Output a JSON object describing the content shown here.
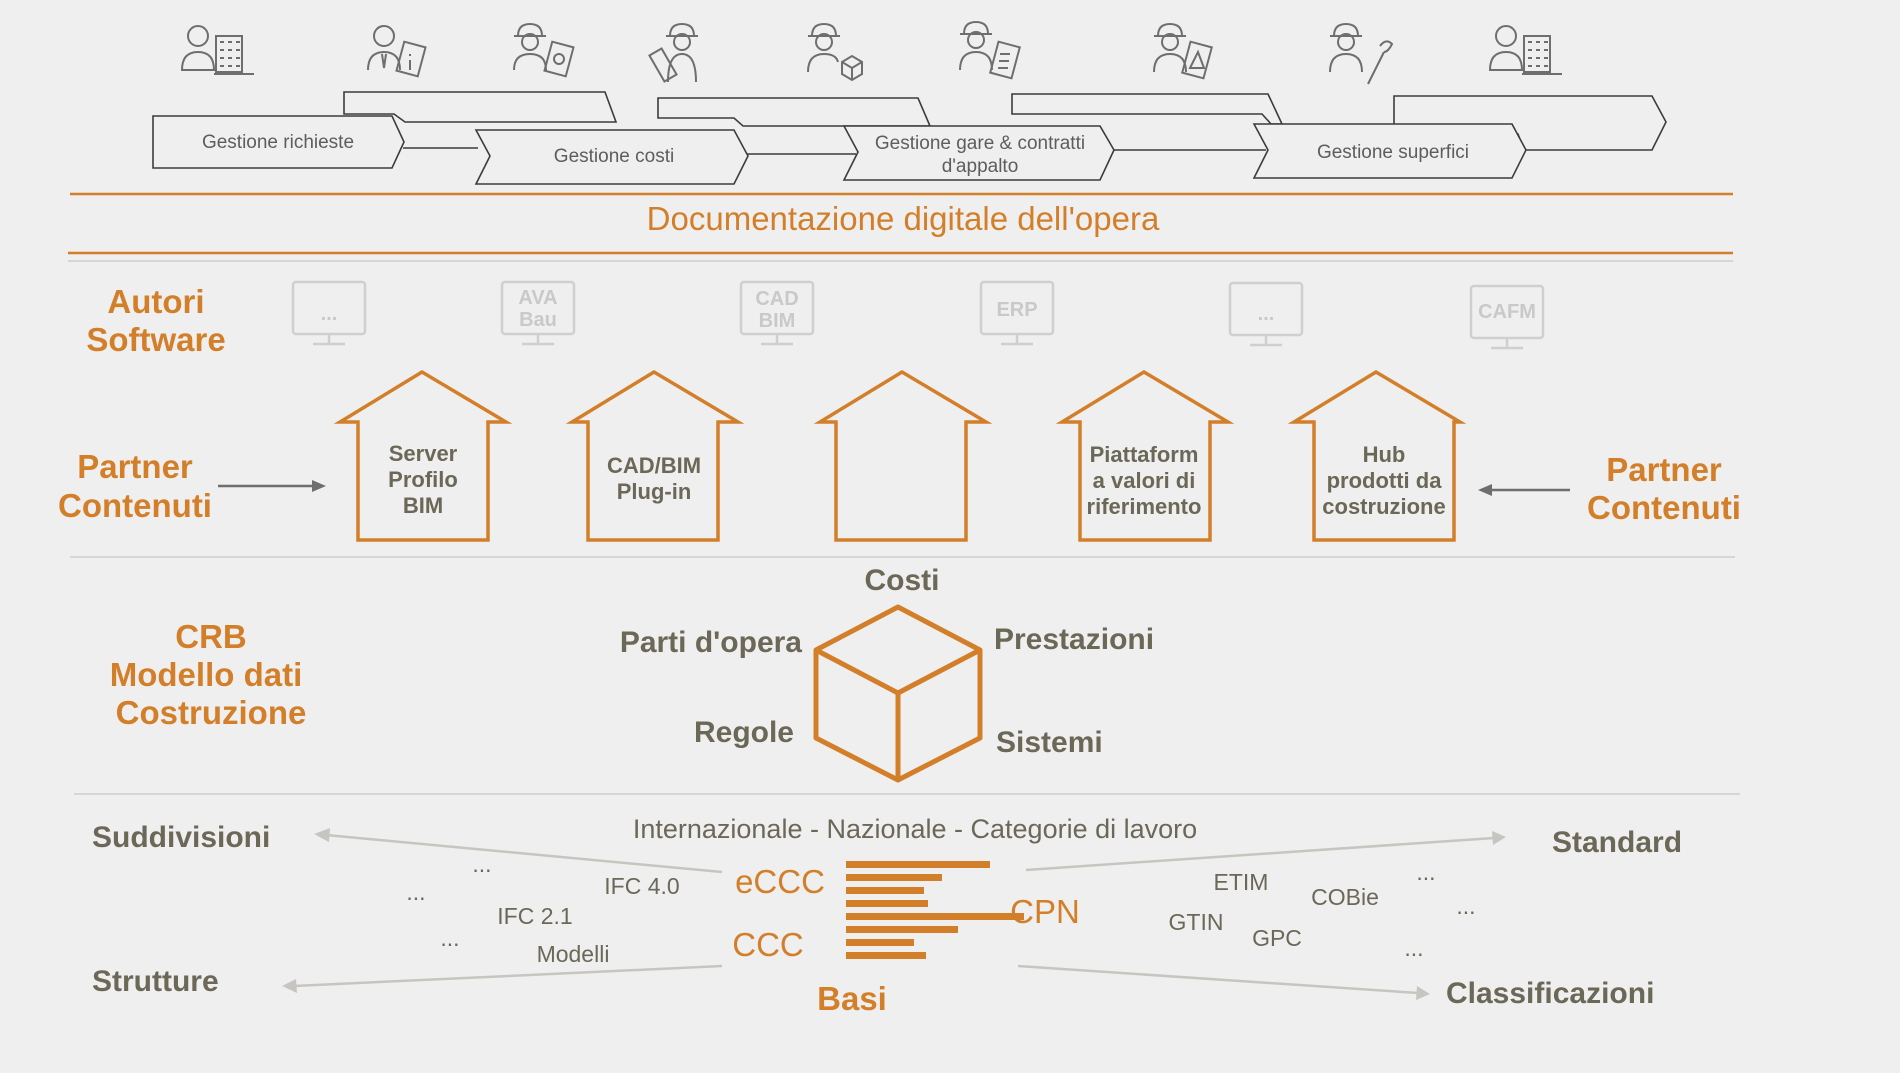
{
  "process_steps": [
    {
      "label": "Gestione richieste"
    },
    {
      "label": "Gestione costi"
    },
    {
      "label": "Gestione gare & contratti",
      "label2": "d'appalto"
    },
    {
      "label": "Gestione superfici"
    }
  ],
  "role_icons": [
    "person-building-icon",
    "person-info-icon",
    "worker-money-icon",
    "worker-blueprint-icon",
    "worker-box-icon",
    "worker-checklist-icon",
    "worker-drawing-icon",
    "worker-wrench-icon",
    "person-building-icon"
  ],
  "header_title": "Documentazione digitale dell'opera",
  "authors_label": {
    "line1": "Autori",
    "line2": "Software"
  },
  "software": [
    {
      "line1": "...",
      "line2": ""
    },
    {
      "line1": "AVA",
      "line2": "Bau"
    },
    {
      "line1": "CAD",
      "line2": "BIM"
    },
    {
      "line1": "ERP",
      "line2": ""
    },
    {
      "line1": "...",
      "line2": ""
    },
    {
      "line1": "CAFM",
      "line2": ""
    }
  ],
  "partner_left": {
    "line1": "Partner",
    "line2": "Contenuti"
  },
  "partner_right": {
    "line1": "Partner",
    "line2": "Contenuti"
  },
  "houses": [
    {
      "lines": [
        "Server",
        "Profilo",
        "BIM"
      ]
    },
    {
      "lines": [
        "CAD/BIM",
        "Plug-in"
      ]
    },
    {
      "lines": []
    },
    {
      "lines": [
        "Piattaform",
        "a valori di",
        "riferimento"
      ]
    },
    {
      "lines": [
        "Hub",
        "prodotti da",
        "costruzione"
      ]
    }
  ],
  "crb_label": {
    "line1": "CRB",
    "line2": "Modello dati",
    "line3": "Costruzione"
  },
  "cube_labels": {
    "top": "Costi",
    "left_top": "Parti d'opera",
    "right_top": "Prestazioni",
    "left_bottom": "Regole",
    "right_bottom": "Sistemi"
  },
  "bottom": {
    "subtitle": "Internazionale - Nazionale - Categorie di lavoro",
    "left_top": "Suddivisioni",
    "left_bottom": "Strutture",
    "right_top": "Standard",
    "right_bottom": "Classificazioni",
    "eccc": "eCCC",
    "ccc": "CCC",
    "cpn": "CPN",
    "basi": "Basi",
    "left_items": [
      "...",
      "...",
      "...",
      "IFC 4.0",
      "IFC 2.1",
      "Modelli"
    ],
    "right_items": [
      "ETIM",
      "COBie",
      "...",
      "...",
      "GTIN",
      "GPC",
      "..."
    ]
  },
  "colors": {
    "orange": "#d37f2a",
    "grey_text": "#6b6858",
    "line_grey": "#d8d8d8",
    "icon_grey": "#6e6e6e",
    "monitor_grey": "#c9c9c9"
  }
}
